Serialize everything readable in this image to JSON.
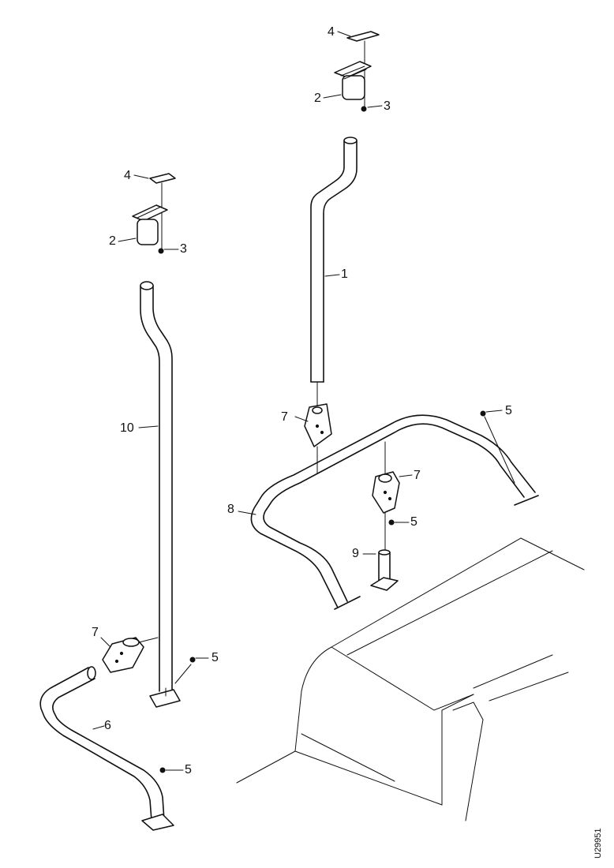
{
  "figure": {
    "figure_id": "U29951"
  },
  "callouts": [
    {
      "id": "c1",
      "text": "4"
    },
    {
      "id": "c2",
      "text": "2"
    },
    {
      "id": "c3",
      "text": "3"
    },
    {
      "id": "c4",
      "text": "1"
    },
    {
      "id": "c5",
      "text": "4"
    },
    {
      "id": "c6",
      "text": "2"
    },
    {
      "id": "c7",
      "text": "3"
    },
    {
      "id": "c8",
      "text": "10"
    },
    {
      "id": "c9",
      "text": "7"
    },
    {
      "id": "c10",
      "text": "5"
    },
    {
      "id": "c11",
      "text": "8"
    },
    {
      "id": "c12",
      "text": "7"
    },
    {
      "id": "c13",
      "text": "5"
    },
    {
      "id": "c14",
      "text": "9"
    },
    {
      "id": "c15",
      "text": "7"
    },
    {
      "id": "c16",
      "text": "5"
    },
    {
      "id": "c17",
      "text": "6"
    },
    {
      "id": "c18",
      "text": "5"
    }
  ]
}
